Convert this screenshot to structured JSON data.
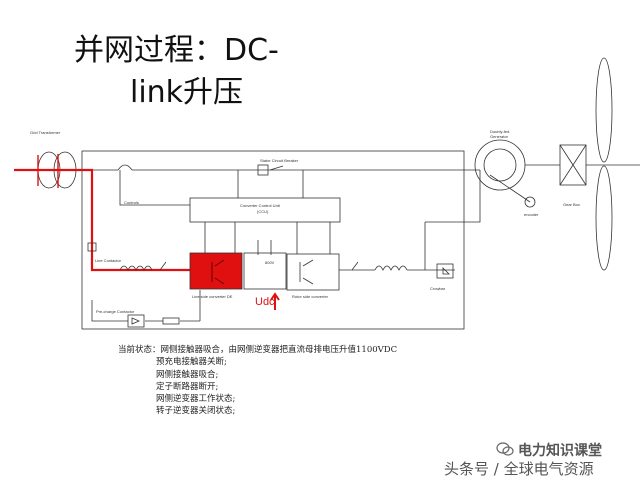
{
  "slide": {
    "title_line1": "并网过程：DC-",
    "title_line2": "link升压"
  },
  "diagram": {
    "labels": {
      "grid_transformer": "Grid Transformer",
      "stator_circuit_breaker": "Stator Circuit Breaker",
      "converter_control_unit_l1": "Converter Control Unit",
      "converter_control_unit_l2": "(CCU)",
      "line_contactor": "Line Contactor",
      "line_side_converter": "Line side converter DE",
      "rotor_side_converter": "Rotor side converter",
      "precharge_contactor": "Pre-charge Contactor",
      "dc_voltage": "800V",
      "udc": "Udc",
      "generator_l1": "Doubly-fed",
      "generator_l2": "Generator",
      "gearbox": "Gear Box",
      "encoder": "encoder",
      "crowbar": "Crowbar",
      "controls": "Controls"
    },
    "colors": {
      "highlight": "#e01010",
      "line": "#333333"
    }
  },
  "status": {
    "line1": "当前状态：网侧接触器吸合，由网侧逆变器把直流母排电压升值1100VDC",
    "line2": "预充电接触器关断;",
    "line3": "网侧接触器吸合;",
    "line4": "定子断路器断开;",
    "line5": "网侧逆变器工作状态;",
    "line6": "转子逆变器关闭状态;"
  },
  "watermark": {
    "line1": "电力知识课堂",
    "line2": "头条号 / 全球电气资源"
  }
}
